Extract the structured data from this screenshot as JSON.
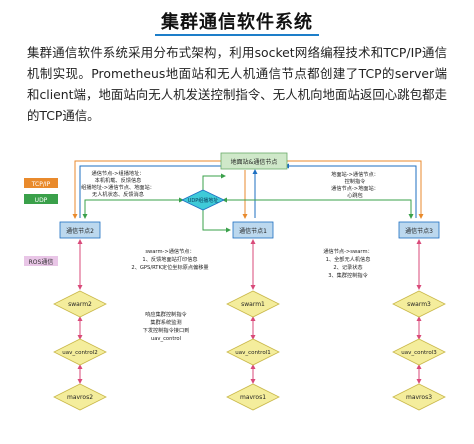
{
  "title": "集群通信软件系统",
  "paragraph": "集群通信软件系统采用分布式架构，利用socket网络编程技术和TCP/IP通信机制实现。Prometheus地面站和无人机通信节点都创建了TCP的server端和client端，地面站向无人机发送控制指令、无人机向地面站返回心跳包都走的TCP通信。",
  "legend": {
    "tcp": "TCP/IP",
    "udp": "UDP",
    "ros": "ROS通信"
  },
  "colors": {
    "tcp": "#e98a2c",
    "udp": "#3aa04a",
    "ros": "#d94a7a",
    "node": "#bcd8ee",
    "ground": "#cfe8c9",
    "bridge": "#3fcad8",
    "ros_node": "#f4ed9c",
    "blue": "#1d6fc2"
  },
  "nodes": {
    "ground": "地面站&通信节点",
    "udp_bridge": "UDP组播地址",
    "node1": "通信节点1",
    "node2": "通信节点2",
    "node3": "通信节点3"
  },
  "ros": {
    "swarm1": "swarm1",
    "swarm2": "swarm2",
    "swarm3": "swarm3",
    "ctrl1": "uav_control1",
    "ctrl2": "uav_control2",
    "ctrl3": "uav_control3",
    "mavros1": "mavros1",
    "mavros2": "mavros2",
    "mavros3": "mavros3"
  },
  "annotations": {
    "left_top": [
      "通信节点->组播地址：",
      "本机机载、反馈信息",
      "组播地址->通信节点、地面站：",
      "无人机状态、反馈消息"
    ],
    "right_top": [
      "地面站->通信节点：",
      "控制指令",
      "通信节点->地面站：",
      "心跳包"
    ],
    "center_mid": [
      "swarm->通信节点：",
      "1、反馈地面站打印信息",
      "2、GPS/RTK定位坐标原点偏移量"
    ],
    "right_mid": [
      "通信节点->swarm：",
      "1、全部无人机信息",
      "2、记录状态",
      "3、集群控制指令"
    ],
    "center_low": [
      "响应集群控制指令",
      "集群系统监测",
      "下发控制指令接口到",
      "uav_control"
    ]
  }
}
